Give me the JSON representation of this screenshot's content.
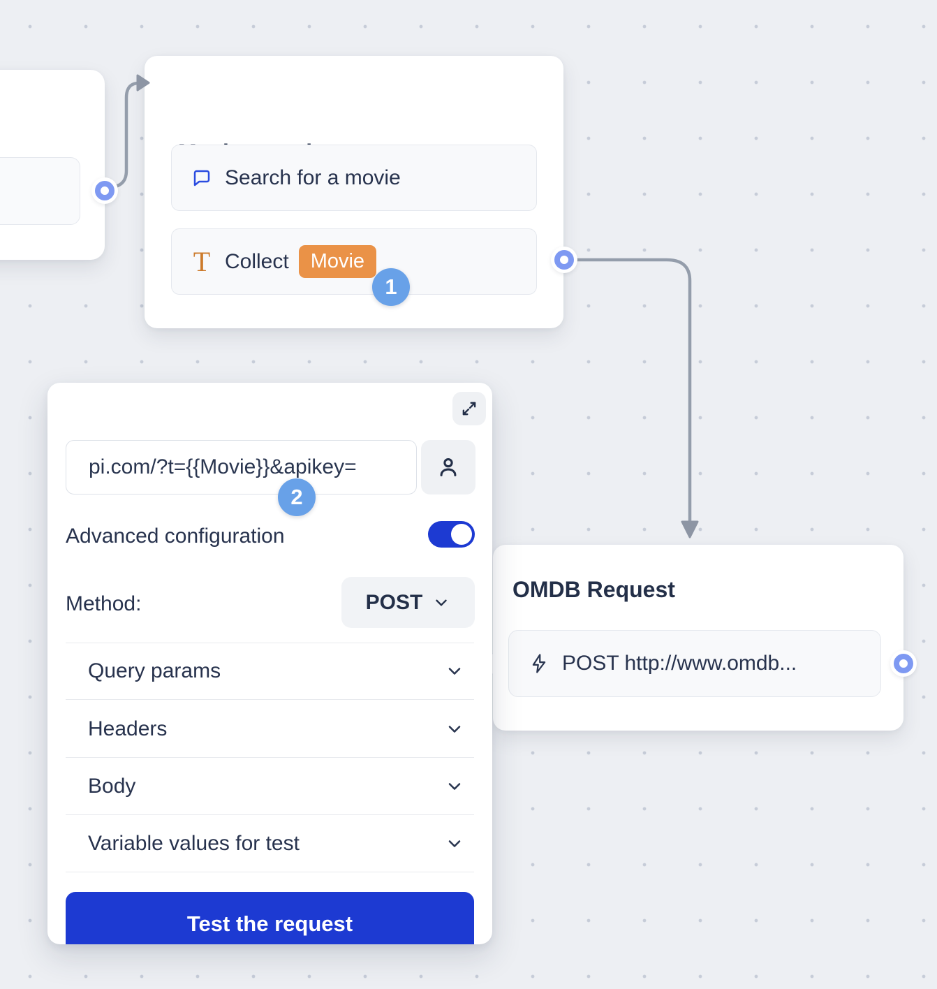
{
  "canvas": {
    "background": "#edeff3",
    "dot_color": "#c6ccd8"
  },
  "colors": {
    "primary_blue": "#1d3ad2",
    "step_badge_blue": "#68a1e8",
    "variable_orange": "#ea9247",
    "port_blue": "#7e99f2",
    "connector_gray": "#949dab",
    "text_dark": "#27324d"
  },
  "icons": {
    "chat_bubble": "speech-bubble outline",
    "text_input": "serif T glyph",
    "lightning": "lightning-bolt outline",
    "expand": "diagonal resize arrows",
    "user": "person outline",
    "chevron_down": "v chevron"
  },
  "annotations": {
    "step_1": "1",
    "step_2": "2"
  },
  "nodes": {
    "movie_search": {
      "title": "Movie search",
      "items": [
        {
          "icon": "chat-bubble-icon",
          "label": "Search for a movie"
        },
        {
          "icon": "text-input-icon",
          "label": "Collect",
          "variable_badge": "Movie"
        }
      ]
    },
    "omdb_request": {
      "title": "OMDB Request",
      "items": [
        {
          "icon": "lightning-icon",
          "label": "POST http://www.omdb..."
        }
      ]
    }
  },
  "panel": {
    "url_value": "pi.com/?t={{Movie}}&apikey=",
    "advanced_label": "Advanced configuration",
    "advanced_enabled": true,
    "method_label": "Method:",
    "method_value": "POST",
    "sections": [
      {
        "label": "Query params"
      },
      {
        "label": "Headers"
      },
      {
        "label": "Body"
      },
      {
        "label": "Variable values for test"
      }
    ],
    "test_button_label": "Test the request"
  }
}
